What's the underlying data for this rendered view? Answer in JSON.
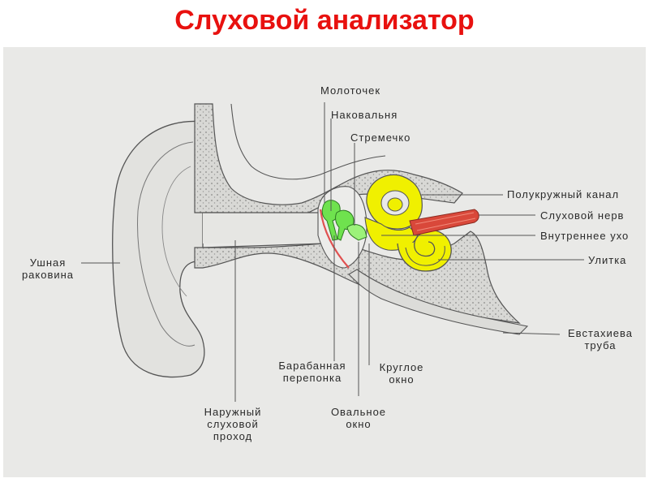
{
  "title": "Слуховой анализатор",
  "labels": {
    "malleus": "Молоточек",
    "incus": "Наковальня",
    "stapes": "Стремечко",
    "semicircular_canal": "Полукружный канал",
    "auditory_nerve": "Слуховой нерв",
    "inner_ear": "Внутреннее ухо",
    "cochlea": "Улитка",
    "eustachian_tube": "Евстахиева\nтруба",
    "round_window": "Круглое\nокно",
    "oval_window": "Овальное\nокно",
    "eardrum": "Барабанная\nперепонка",
    "ear_canal": "Наружный\nслуховой\nпроход",
    "auricle": "Ушная\nраковина"
  },
  "colors": {
    "title": "#e8110f",
    "background_panel": "#e9e9e7",
    "bone": "#d6d6d3",
    "inner_ear": "#f0f000",
    "nerve": "#d9483a",
    "ossicles": "#66e04a",
    "eardrum": "#e05050"
  }
}
